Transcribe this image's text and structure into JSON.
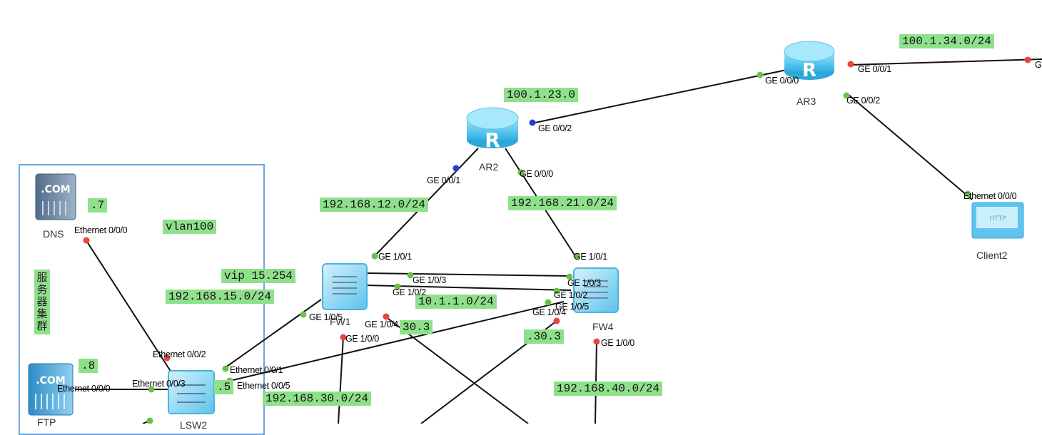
{
  "devices": {
    "ar2": {
      "name": "AR2"
    },
    "ar3": {
      "name": "AR3"
    },
    "fw1": {
      "name": "FW1"
    },
    "fw4": {
      "name": "FW4"
    },
    "dns": {
      "name": "DNS",
      "badge": ".COM"
    },
    "ftp": {
      "name": "FTP",
      "badge": ".COM"
    },
    "client2": {
      "name": "Client2",
      "badge": "HTTP"
    },
    "lsw": {
      "name": "LSW2"
    }
  },
  "subnet_labels": {
    "n100_1_34": "100.1.34.0/24",
    "n100_1_23": "100.1.23.0",
    "n192_168_12": "192.168.12.0/24",
    "n192_168_21": "192.168.21.0/24",
    "dns_ip": ".7",
    "vlan100": "vlan100",
    "vip": "vip 15.254",
    "n192_168_15": "192.168.15.0/24",
    "n10_1_1": "10.1.1.0/24",
    "fw1_ip": "30.3",
    "fw4_ip": ".30.3",
    "ftp_ip": ".8",
    "lsw_ip": ".5",
    "n192_168_30": "192.168.30.0/24",
    "n192_168_40": "192.168.40.0/24"
  },
  "server_cluster_label": [
    "服",
    "务",
    "器",
    "集",
    "群"
  ],
  "ports": {
    "ar3_ge001": "GE 0/0/1",
    "ar3_ge000": "GE 0/0/0",
    "ar3_ge002": "GE 0/0/2",
    "edge_g": "G",
    "ar2_ge002": "GE 0/0/2",
    "ar2_ge001": "GE 0/0/1",
    "ar2_ge000": "GE 0/0/0",
    "client_eth": "Ethernet 0/0/0",
    "dns_eth": "Ethernet 0/0/0",
    "fw1_ge101": "GE 1/0/1",
    "fw1_ge103": "GE 1/0/3",
    "fw1_ge102": "GE 1/0/2",
    "fw1_ge105": "GE 1/0/5",
    "fw1_ge104": "GE 1/0/4",
    "fw1_ge100": "GE 1/0/0",
    "fw4_ge101": "GE 1/0/1",
    "fw4_ge103": "GE 1/0/3",
    "fw4_ge102": "GE 1/0/2",
    "fw4_ge105": "GE 1/0/5",
    "fw4_ge104": "GE 1/0/4",
    "fw4_ge100": "GE 1/0/0",
    "lsw_eth002": "Ethernet 0/0/2",
    "lsw_eth001": "Ethernet 0/0/1",
    "lsw_eth003": "Ethernet 0/0/3",
    "lsw_eth005": "Ethernet 0/0/5",
    "ftp_eth": "Ethernet 0/0/0"
  },
  "colors": {
    "label_bg": "#8fe08b",
    "port_up": "#6cc04a",
    "port_down": "#e8453c",
    "port_blue": "#1f3fd8",
    "router_body": "#5bc7ee",
    "group_border": "#6aa6e0"
  }
}
